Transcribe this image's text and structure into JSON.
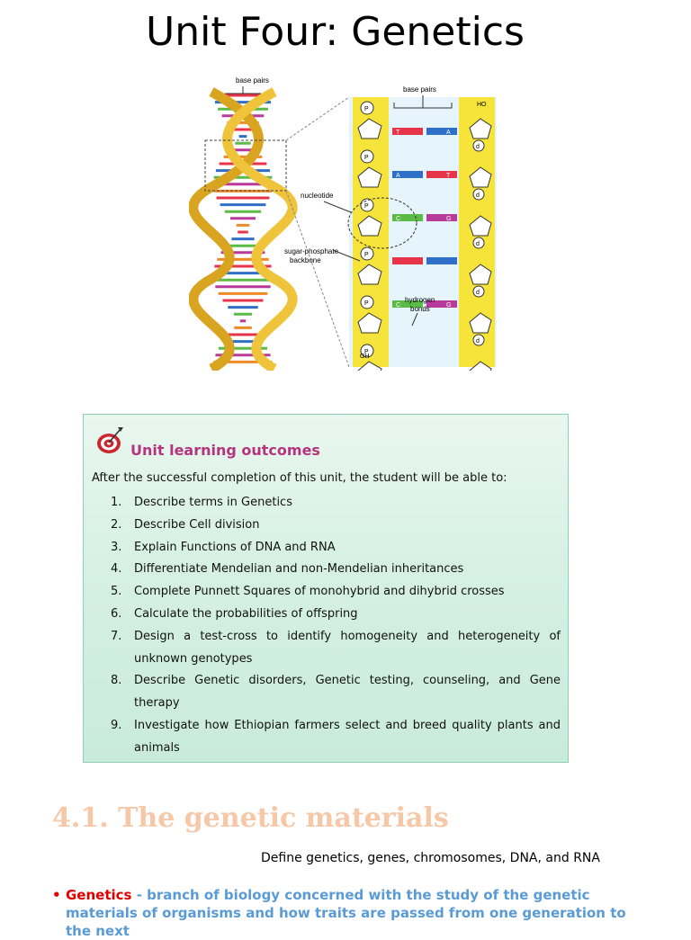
{
  "page": {
    "title": "Unit Four: Genetics"
  },
  "figure": {
    "labels": {
      "base_pairs_left": "base pairs",
      "base_pairs_right": "base pairs",
      "ho": "HO",
      "oh": "OH",
      "nucleotide": "nucleotide",
      "sugar_phosphate": "sugar-phosphate",
      "backbone": "backbone",
      "hydrogen": "hydrogen",
      "bonds": "bonds",
      "phosphate": "P",
      "deoxyribose": "d"
    },
    "bases": [
      {
        "left": "T",
        "right": "A",
        "left_color": "#e8344a",
        "right_color": "#2f6fc7"
      },
      {
        "left": "A",
        "right": "T",
        "left_color": "#2f6fc7",
        "right_color": "#e8344a"
      },
      {
        "left": "C",
        "right": "G",
        "left_color": "#5cba47",
        "right_color": "#b83a9a"
      },
      {
        "left": "",
        "right": "",
        "left_color": "#e8344a",
        "right_color": "#2f6fc7"
      },
      {
        "left": "C",
        "right": "G",
        "left_color": "#5cba47",
        "right_color": "#b83a9a"
      }
    ]
  },
  "outcomes": {
    "heading": "Unit learning outcomes",
    "intro": "After the successful completion of this unit, the student will be able to:",
    "items": [
      {
        "num": "1.",
        "text": "Describe terms in Genetics"
      },
      {
        "num": "2.",
        "text": "Describe Cell division"
      },
      {
        "num": "3.",
        "text": "Explain Functions of DNA and RNA"
      },
      {
        "num": "4.",
        "text": "Differentiate Mendelian and non-Mendelian inheritances"
      },
      {
        "num": "5.",
        "text": "Complete Punnett Squares of monohybrid and dihybrid crosses"
      },
      {
        "num": "6.",
        "text": " Calculate  the probabilities of offspring"
      },
      {
        "num": "7.",
        "text": "Design a test-cross to identify homogeneity and heterogeneity of unknown genotypes"
      },
      {
        "num": "8.",
        "text": "Describe Genetic disorders, Genetic testing, counseling, and Gene therapy"
      },
      {
        "num": "9.",
        "text": "Investigate how Ethiopian farmers select and breed quality plants and animals"
      }
    ]
  },
  "section": {
    "heading": "4.1. The genetic materials",
    "define": "Define genetics, genes, chromosomes, DNA, and RNA",
    "bullet_term": "Genetics",
    "bullet_text": " - branch of biology concerned with the study of the genetic materials of organisms and how traits are passed from one generation to the next"
  },
  "colors": {
    "heading_magenta": "#b5347f",
    "section_heading": "#f6c8a8",
    "term_red": "#e00000",
    "body_blue": "#5b9bd5",
    "backbone_yellow": "#f7e43a"
  }
}
